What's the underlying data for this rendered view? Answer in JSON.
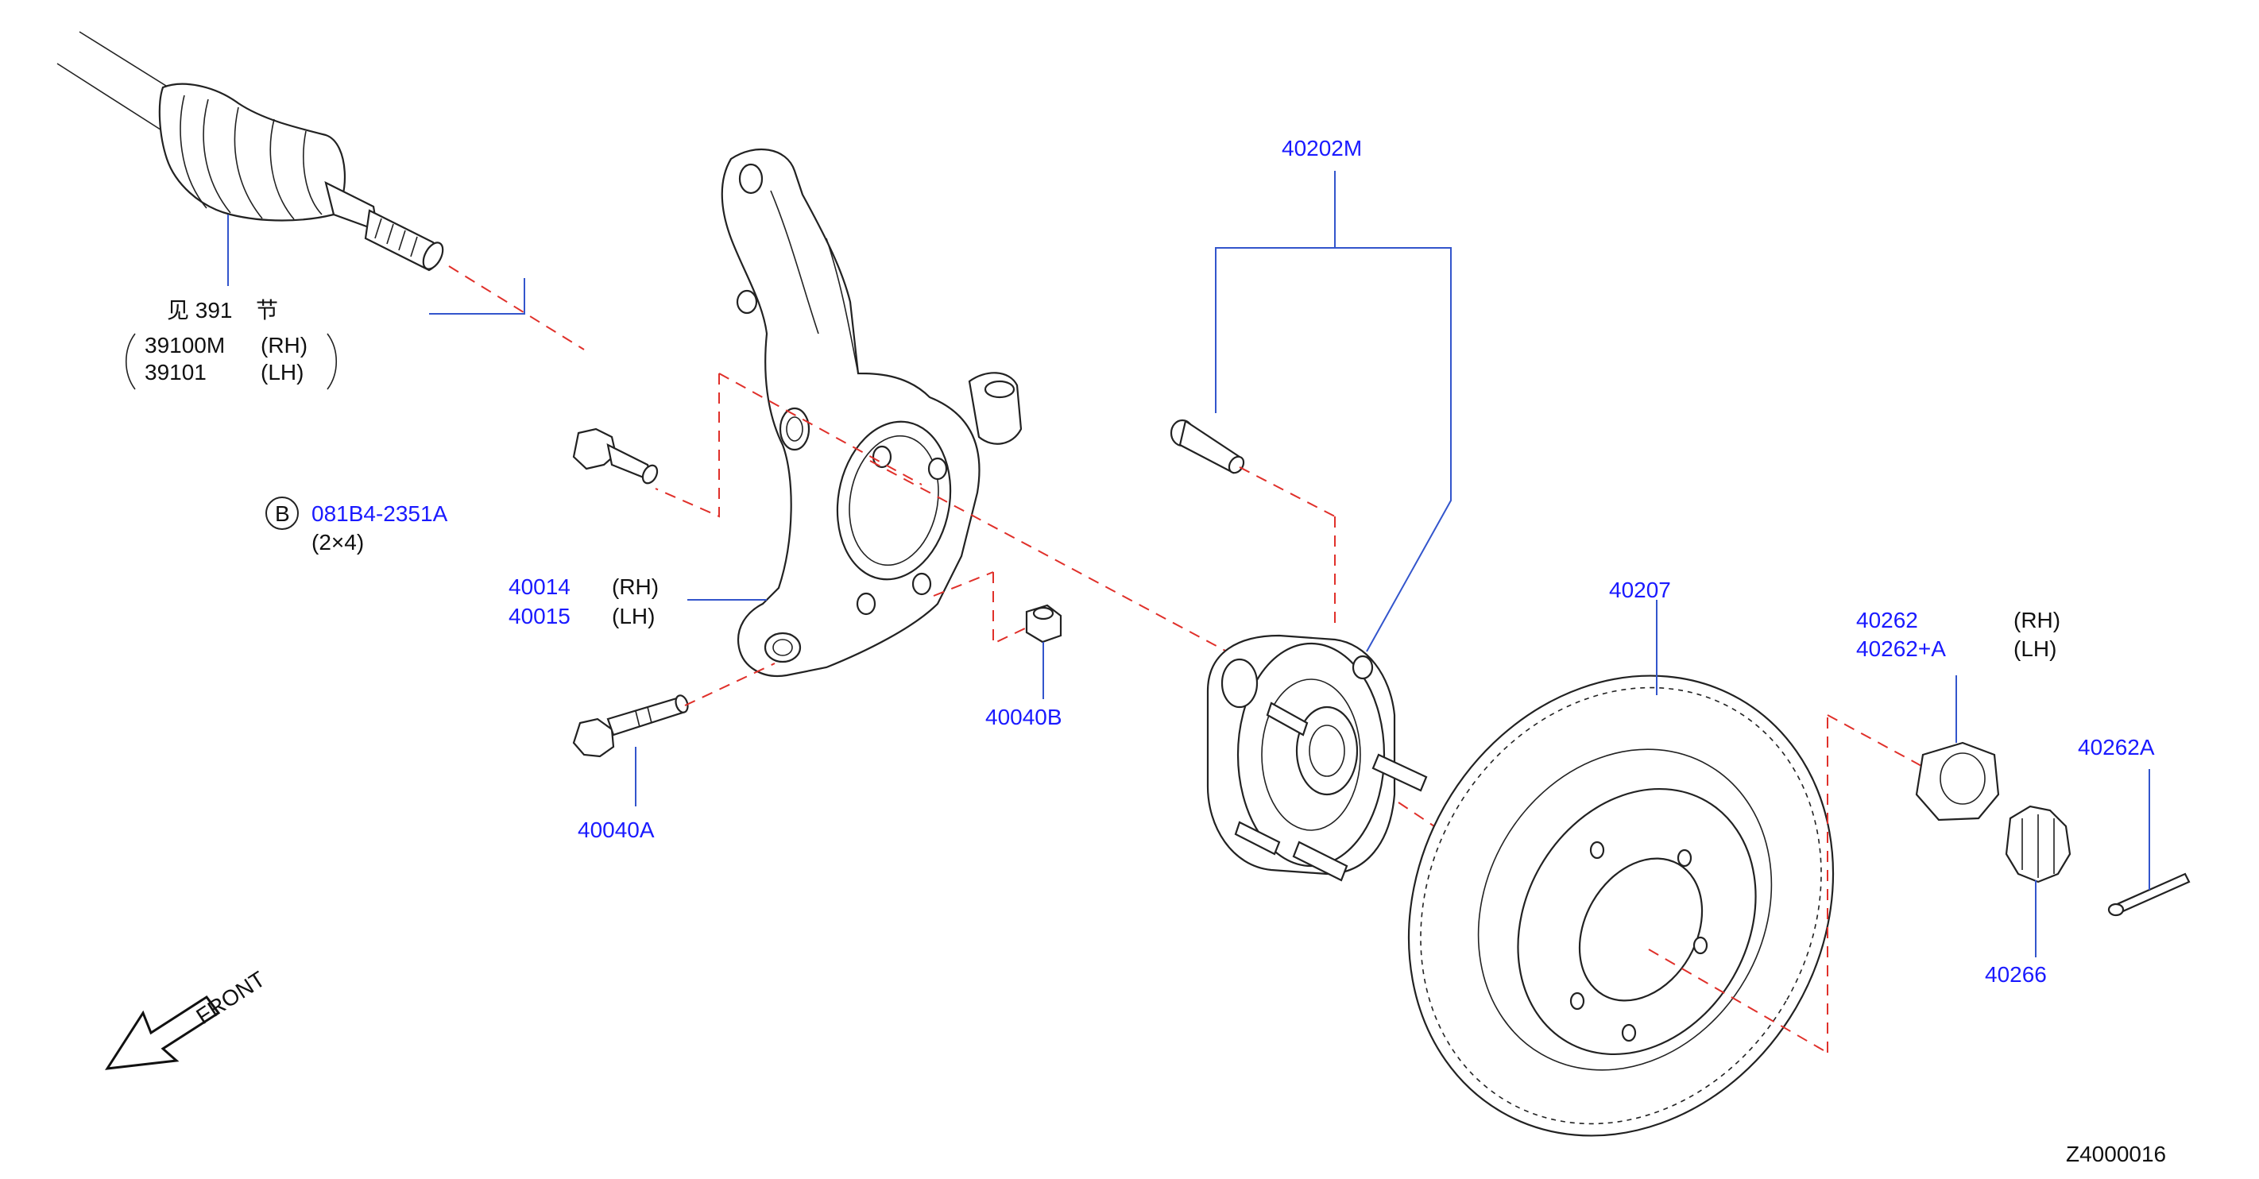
{
  "diagram_id": "Z4000016",
  "front_label": "FRONT",
  "drive_shaft": {
    "see_text": "见 391",
    "see_suffix": "节",
    "rh_part": "39100M",
    "rh_side": "(RH)",
    "lh_part": "39101",
    "lh_side": "(LH)"
  },
  "callouts": {
    "bolt_b": {
      "badge": "B",
      "part": "081B4-2351A",
      "qty": "(2×4)"
    },
    "knuckle": {
      "rh_part": "40014",
      "rh_side": "(RH)",
      "lh_part": "40015",
      "lh_side": "(LH)"
    },
    "bolt_a": {
      "part": "40040A"
    },
    "nut_b": {
      "part": "40040B"
    },
    "hub": {
      "part": "40202M"
    },
    "rotor": {
      "part": "40207"
    },
    "hub_nut": {
      "rh_part": "40262",
      "rh_side": "(RH)",
      "lh_part": "40262+A",
      "lh_side": "(LH)"
    },
    "cotter_pin": {
      "part": "40262A"
    },
    "cap": {
      "part": "40266"
    }
  },
  "colors": {
    "label_blue": "#1a1aff",
    "leader_blue": "#3355cc",
    "dash_red": "#e0302a",
    "line": "#222222"
  }
}
